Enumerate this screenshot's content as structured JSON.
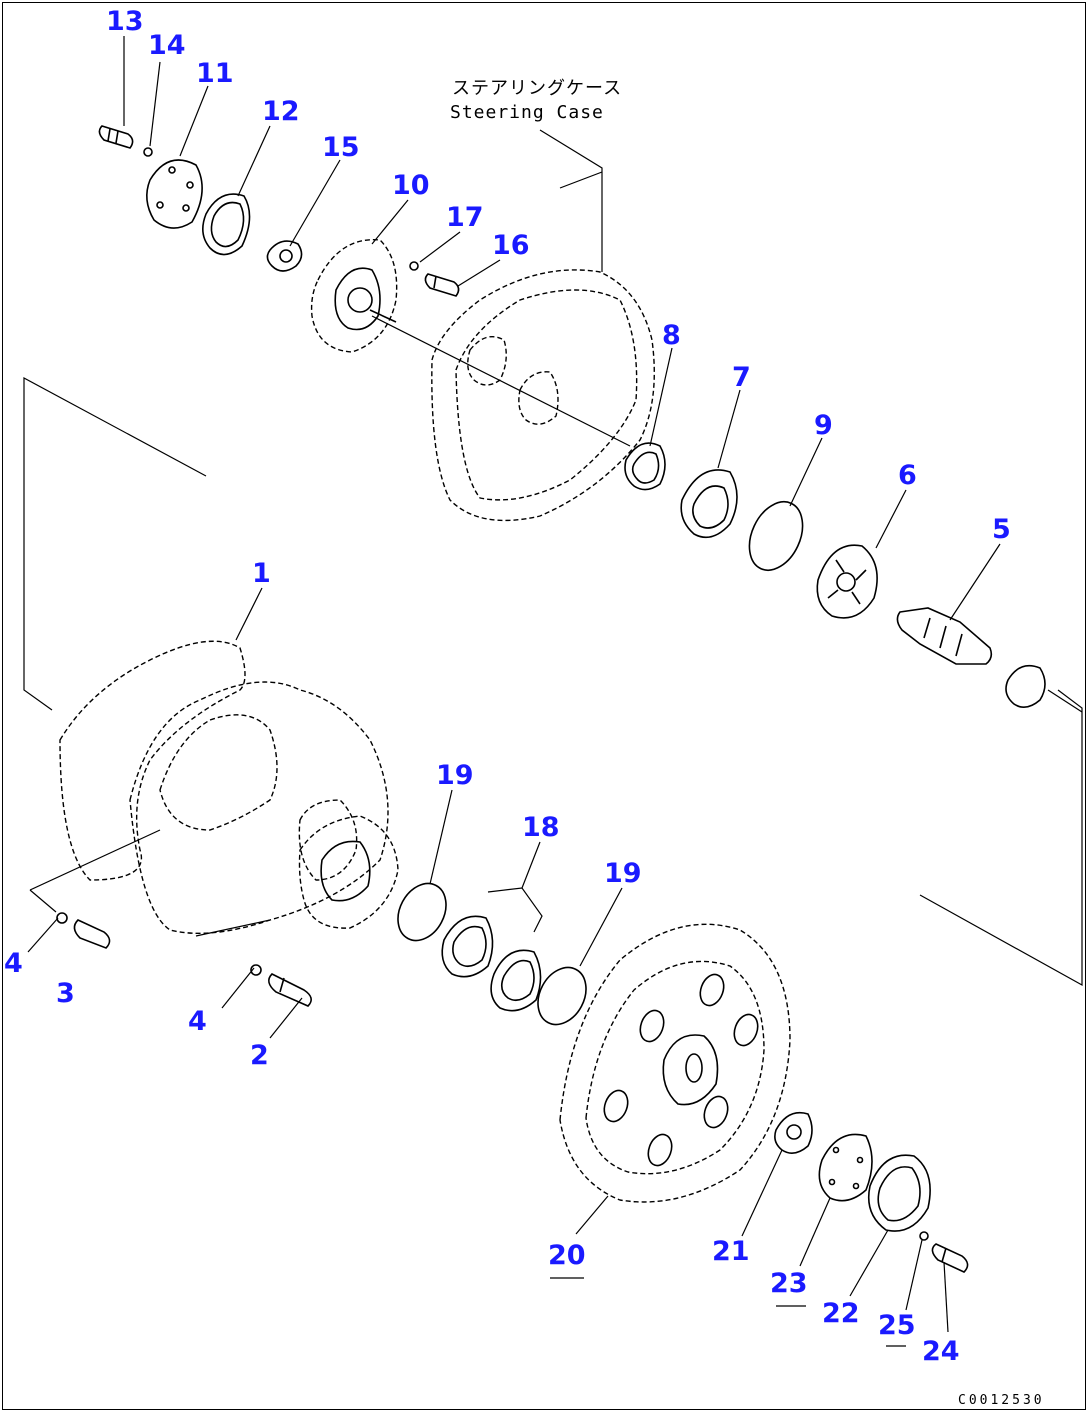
{
  "steering_case_label_jp": "ステアリングケース",
  "steering_case_label_en": "Steering Case",
  "drawing_code": "C0012530",
  "callouts": [
    "13",
    "14",
    "11",
    "12",
    "15",
    "10",
    "17",
    "16",
    "8",
    "7",
    "9",
    "6",
    "5",
    "1",
    "19",
    "18",
    "19",
    "20",
    "21",
    "23",
    "22",
    "25",
    "24",
    "4",
    "3",
    "4",
    "2"
  ]
}
